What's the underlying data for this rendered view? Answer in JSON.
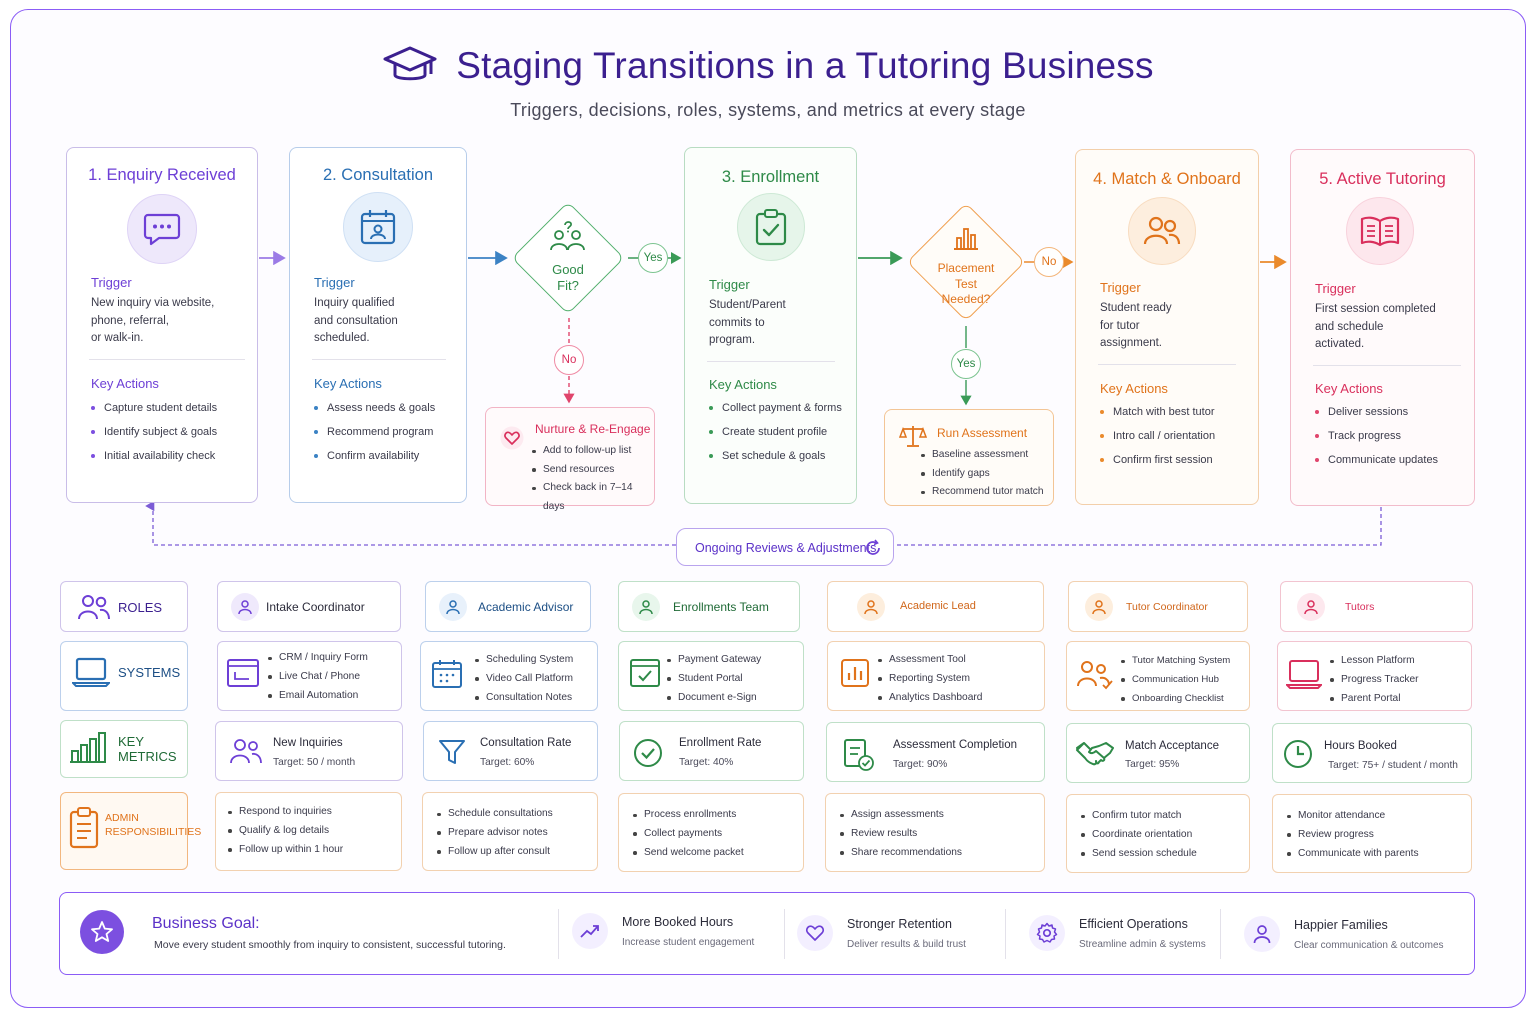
{
  "header": {
    "title": "Staging Transitions in a Tutoring Business",
    "subtitle": "Triggers, decisions, roles, systems, and metrics at every stage"
  },
  "colors": {
    "purple": "#6d3fd6",
    "blue": "#2a6fb3",
    "green": "#2e8a48",
    "orange": "#e0731b",
    "pink": "#d92f5c",
    "frame": "#8b5cf6"
  },
  "labels": {
    "trigger": "Trigger",
    "key_actions": "Key Actions"
  },
  "stages": [
    {
      "title": "1. Enquiry Received",
      "icon": "chat-bubble-icon",
      "trigger": [
        "New inquiry via website,",
        "phone, referral,",
        "or walk-in."
      ],
      "actions": [
        "Capture student details",
        "Identify subject & goals",
        "Initial availability check"
      ]
    },
    {
      "title": "2. Consultation",
      "icon": "calendar-user-icon",
      "trigger": [
        "Inquiry qualified",
        "and consultation",
        "scheduled."
      ],
      "actions": [
        "Assess needs & goals",
        "Recommend program",
        "Confirm availability"
      ]
    },
    {
      "title": "3. Enrollment",
      "icon": "clipboard-check-icon",
      "trigger": [
        "Student/Parent",
        "commits to",
        "program."
      ],
      "actions": [
        "Collect payment & forms",
        "Create student profile",
        "Set schedule & goals"
      ]
    },
    {
      "title": "4. Match & Onboard",
      "icon": "people-icon",
      "trigger": [
        "Student ready",
        "for tutor",
        "assignment."
      ],
      "actions": [
        "Match with best tutor",
        "Intro call / orientation",
        "Confirm first session"
      ]
    },
    {
      "title": "5. Active Tutoring",
      "icon": "open-book-icon",
      "trigger": [
        "First session completed",
        "and schedule",
        "activated."
      ],
      "actions": [
        "Deliver sessions",
        "Track progress",
        "Communicate updates"
      ]
    }
  ],
  "decisions": {
    "good_fit": {
      "label": [
        "Good",
        "Fit?"
      ],
      "yes": "Yes",
      "no": "No"
    },
    "placement": {
      "label": [
        "Placement",
        "Test",
        "Needed?"
      ],
      "yes": "Yes",
      "no": "No"
    }
  },
  "nurture": {
    "title": "Nurture & Re-Engage",
    "items": [
      "Add to follow-up list",
      "Send resources",
      "Check back in 7–14 days"
    ]
  },
  "assessment": {
    "title": "Run Assessment",
    "items": [
      "Baseline assessment",
      "Identify gaps",
      "Recommend tutor match"
    ]
  },
  "loop_label": "Ongoing Reviews & Adjustments",
  "grid": {
    "row_heads": {
      "roles": "ROLES",
      "systems": "SYSTEMS",
      "metrics": [
        "KEY",
        "METRICS"
      ],
      "admin": [
        "ADMIN",
        "RESPONSIBILITIES"
      ]
    },
    "roles": [
      "Intake Coordinator",
      "Academic Advisor",
      "Enrollments Team",
      "Academic Lead",
      "Tutor Coordinator",
      "Tutors"
    ],
    "systems": [
      [
        "CRM / Inquiry Form",
        "Live Chat / Phone",
        "Email Automation"
      ],
      [
        "Scheduling System",
        "Video Call Platform",
        "Consultation Notes"
      ],
      [
        "Payment Gateway",
        "Student Portal",
        "Document e-Sign"
      ],
      [
        "Assessment Tool",
        "Reporting System",
        "Analytics Dashboard"
      ],
      [
        "Tutor Matching System",
        "Communication Hub",
        "Onboarding Checklist"
      ],
      [
        "Lesson Platform",
        "Progress Tracker",
        "Parent Portal"
      ]
    ],
    "metrics": [
      {
        "name": "New Inquiries",
        "target": "Target: 50 / month"
      },
      {
        "name": "Consultation Rate",
        "target": "Target: 60%"
      },
      {
        "name": "Enrollment Rate",
        "target": "Target: 40%"
      },
      {
        "name": "Assessment Completion",
        "target": "Target: 90%"
      },
      {
        "name": "Match Acceptance",
        "target": "Target: 95%"
      },
      {
        "name": "Hours Booked",
        "target": "Target: 75+ / student / month"
      }
    ],
    "admin": [
      [
        "Respond to inquiries",
        "Qualify & log details",
        "Follow up within 1 hour"
      ],
      [
        "Schedule consultations",
        "Prepare advisor notes",
        "Follow up after consult"
      ],
      [
        "Process enrollments",
        "Collect payments",
        "Send welcome packet"
      ],
      [
        "Assign assessments",
        "Review results",
        "Share recommendations"
      ],
      [
        "Confirm tutor match",
        "Coordinate orientation",
        "Send session schedule"
      ],
      [
        "Monitor attendance",
        "Review progress",
        "Communicate with parents"
      ]
    ]
  },
  "goal": {
    "title": "Business Goal:",
    "desc": "Move every student smoothly from inquiry to consistent, successful tutoring.",
    "items": [
      {
        "title": "More Booked Hours",
        "sub": "Increase student engagement"
      },
      {
        "title": "Stronger Retention",
        "sub": "Deliver results & build trust"
      },
      {
        "title": "Efficient Operations",
        "sub": "Streamline admin & systems"
      },
      {
        "title": "Happier Families",
        "sub": "Clear communication & outcomes"
      }
    ]
  }
}
